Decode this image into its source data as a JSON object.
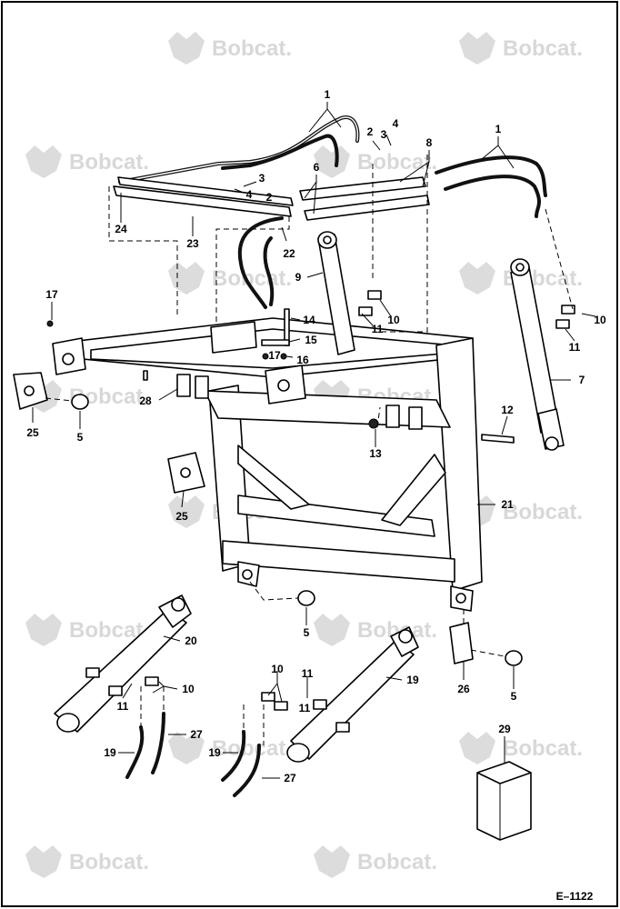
{
  "figure_number": "E–1122",
  "watermark": {
    "text": "Bobcat.",
    "icon": "bobcat-head-icon"
  },
  "callouts": [
    "1",
    "2",
    "3",
    "4",
    "5",
    "6",
    "7",
    "8",
    "9",
    "10",
    "11",
    "12",
    "13",
    "14",
    "15",
    "16",
    "17",
    "19",
    "20",
    "21",
    "22",
    "23",
    "24",
    "25",
    "26",
    "27",
    "28",
    "29"
  ]
}
